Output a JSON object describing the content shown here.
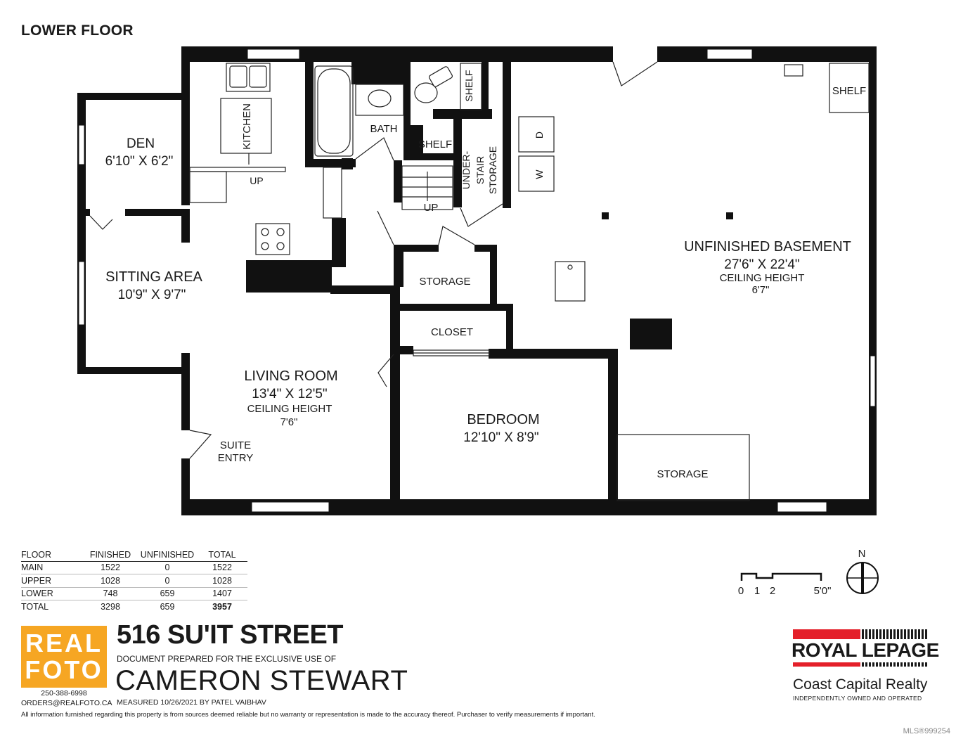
{
  "floor_title": "LOWER FLOOR",
  "rooms": {
    "den": {
      "name": "DEN",
      "dims": "6'10\" X 6'2\""
    },
    "kitchen": {
      "name": "KITCHEN"
    },
    "bath": {
      "name": "BATH"
    },
    "shelf_top": {
      "name": "SHELF"
    },
    "shelf_mid": {
      "name": "SHELF"
    },
    "shelf_right": {
      "name": "SHELF"
    },
    "understair": {
      "line1": "UNDER-",
      "line2": "STAIR",
      "line3": "STORAGE"
    },
    "up_kitchen": {
      "name": "UP"
    },
    "up_stairs": {
      "name": "UP"
    },
    "washer": {
      "name": "W"
    },
    "dryer": {
      "name": "D"
    },
    "basement": {
      "name": "UNFINISHED BASEMENT",
      "dims": "27'6\" X 22'4\"",
      "ceiling_label": "CEILING HEIGHT",
      "ceiling": "6'7\""
    },
    "sitting": {
      "name": "SITTING AREA",
      "dims": "10'9\" X 9'7\""
    },
    "storage_mid": {
      "name": "STORAGE"
    },
    "closet": {
      "name": "CLOSET"
    },
    "living": {
      "name": "LIVING ROOM",
      "dims": "13'4\" X 12'5\"",
      "ceiling_label": "CEILING HEIGHT",
      "ceiling": "7'6\""
    },
    "suite_entry": {
      "line1": "SUITE",
      "line2": "ENTRY"
    },
    "bedroom": {
      "name": "BEDROOM",
      "dims": "12'10\" X 8'9\""
    },
    "storage_bottom": {
      "name": "STORAGE"
    }
  },
  "scale_bar": {
    "labels": [
      "0",
      "1",
      "2",
      "5'0\""
    ]
  },
  "compass": {
    "label": "N"
  },
  "area_table": {
    "headers": [
      "FLOOR",
      "FINISHED",
      "UNFINISHED",
      "TOTAL"
    ],
    "rows": [
      [
        "MAIN",
        "1522",
        "0",
        "1522"
      ],
      [
        "UPPER",
        "1028",
        "0",
        "1028"
      ],
      [
        "LOWER",
        "748",
        "659",
        "1407"
      ],
      [
        "TOTAL",
        "3298",
        "659",
        "3957"
      ]
    ]
  },
  "logo": {
    "line1": "REAL",
    "line2": "FOTO",
    "phone": "250-388-6998",
    "email": "ORDERS@REALFOTO.CA",
    "color": "#f6a623"
  },
  "address": "516 SU'IT STREET",
  "prepared_text": "DOCUMENT PREPARED FOR THE EXCLUSIVE USE OF",
  "client": "CAMERON STEWART",
  "measured": "MEASURED  10/26/2021  BY PATEL VAIBHAV",
  "disclaimer": "All information furnished regarding this property is from sources deemed reliable but no warranty or representation is made to the accuracy thereof. Purchaser to verify measurements if important.",
  "brokerage": {
    "name": "ROYAL LEPAGE",
    "office": "Coast Capital Realty",
    "tagline": "INDEPENDENTLY OWNED AND OPERATED",
    "accent": "#e4202a"
  },
  "mls": "MLS®999254"
}
